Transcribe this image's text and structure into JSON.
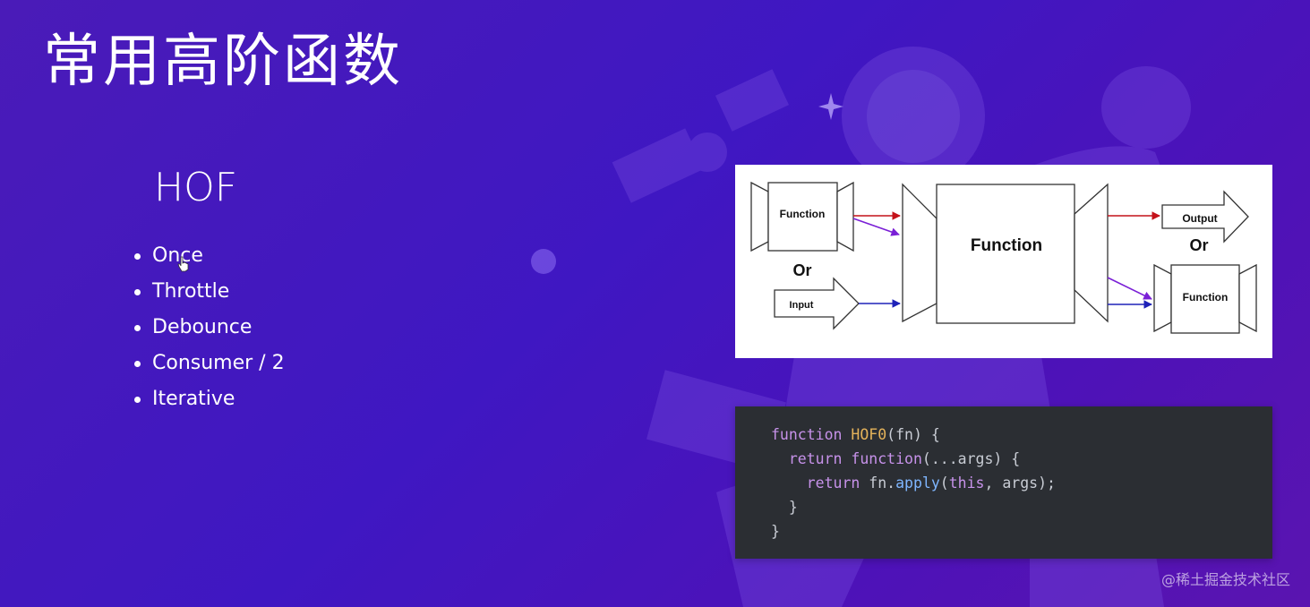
{
  "slide": {
    "title": "常用高阶函数",
    "section_heading": "HOF",
    "items": [
      "Once",
      "Throttle",
      "Debounce",
      "Consumer / 2",
      "Iterative"
    ]
  },
  "diagram": {
    "left_function": "Function",
    "left_or": "Or",
    "input": "Input",
    "center_function": "Function",
    "output": "Output",
    "right_or": "Or",
    "right_function": "Function"
  },
  "code": {
    "line1": {
      "kw": "function",
      "name": "HOF0",
      "rest": "(fn) {"
    },
    "line2": {
      "kw": "return",
      "fn_kw": "function",
      "rest": "(...args) {"
    },
    "line3": {
      "kw": "return",
      "obj": "fn.",
      "method": "apply",
      "open": "(",
      "this_kw": "this",
      "rest": ", args);"
    },
    "line4": "}",
    "line5": "}"
  },
  "watermark": "@稀土掘金技术社区",
  "colors": {
    "background": "#4318be",
    "code_bg": "#2b2e33",
    "keyword": "#c792ea",
    "function_name": "#e5b35a",
    "method": "#7fb6ff",
    "arrow_red": "#c4121a",
    "arrow_purple": "#7a1fd6",
    "arrow_blue": "#1e22b8"
  }
}
